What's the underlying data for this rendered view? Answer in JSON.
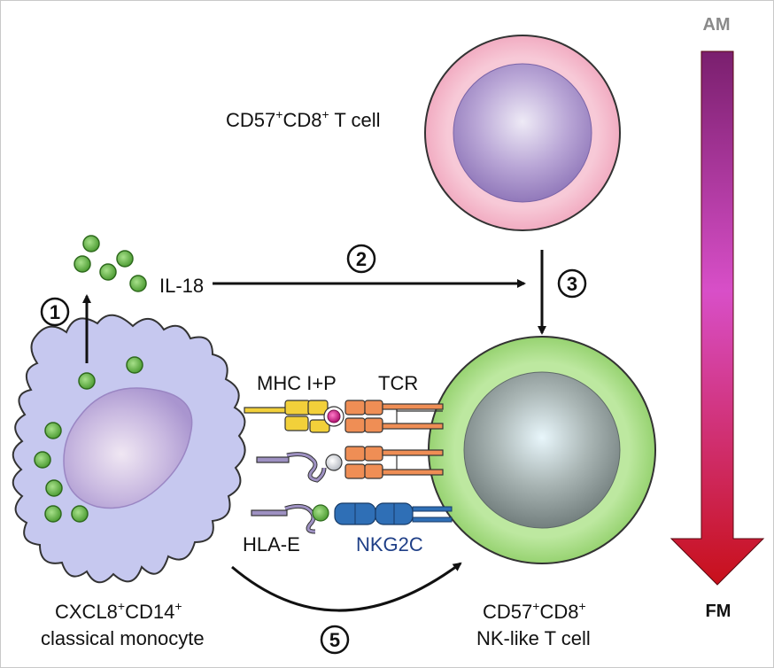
{
  "cells": {
    "top_t_cell": {
      "label_main": "CD57",
      "sup1": "+",
      "label_mid": "CD8",
      "sup2": "+",
      "label_end": " T cell"
    },
    "nk_t_cell": {
      "line1_a": "CD57",
      "line1_sup1": "+",
      "line1_b": "CD8",
      "line1_sup2": "+",
      "line2": "NK-like T cell"
    },
    "monocyte": {
      "line1_a": "CXCL8",
      "line1_sup1": "+",
      "line1_b": "CD14",
      "line1_sup2": "+",
      "line2": "classical monocyte"
    }
  },
  "molecules": {
    "il18": "IL-18",
    "mhc": "MHC I+P",
    "tcr": "TCR",
    "hlae": "HLA-E",
    "nkg2c": "NKG2C"
  },
  "steps": [
    "1",
    "2",
    "3",
    "5"
  ],
  "gauge": {
    "top": "AM",
    "bottom": "FM",
    "top_color": "#7a1f6e",
    "mid_color": "#d84fc8",
    "bottom_color": "#c8101a"
  },
  "colors": {
    "monocyte_body": "#c6c8ef",
    "monocyte_nucleus": "#c2b3df",
    "granule": "#72bf53",
    "top_cell_outer": "#f2b3c6",
    "top_cell_nucleus": "#a58ec9",
    "nk_cell_outer": "#a6dc83",
    "nk_cell_nucleus": "#8e9a98",
    "mhc_yellow": "#f2d03a",
    "tcr_orange": "#ef8e55",
    "peptide_magenta": "#d6228f",
    "hla_lilac": "#9e91c2",
    "nkg2c_blue": "#2f6fb6"
  }
}
